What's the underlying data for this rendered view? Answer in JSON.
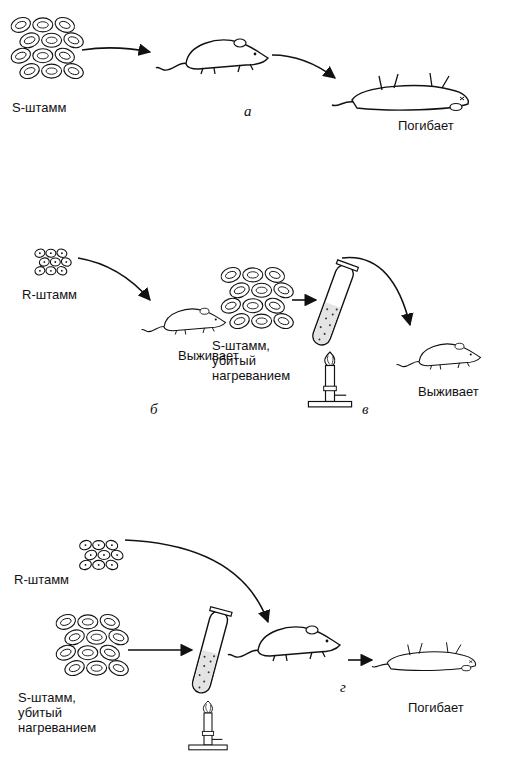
{
  "diagram": {
    "labels": [
      "S-штамм",
      "а",
      "Погибает",
      "R-штамм",
      "Выживает",
      "S-штамм, убитый нагреванием",
      "Выживает",
      "б",
      "в",
      "R-штамм",
      "S-штамм, убитый нагреванием",
      "Погибает",
      "г"
    ]
  }
}
